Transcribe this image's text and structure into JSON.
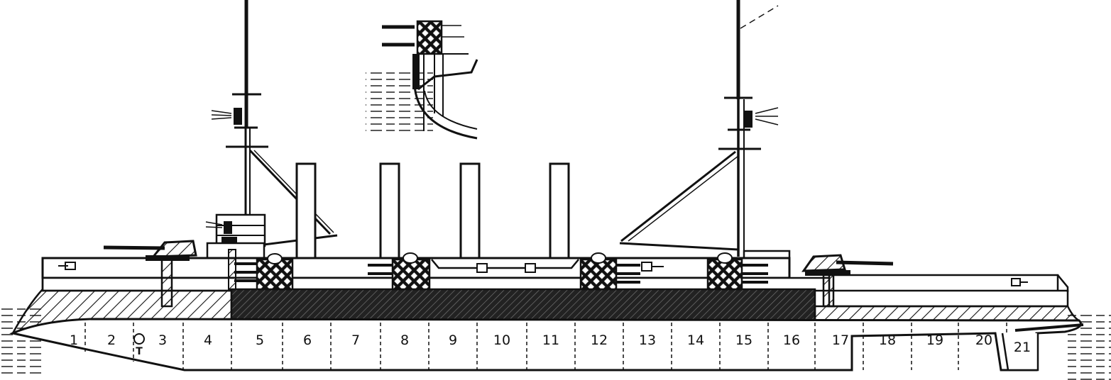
{
  "compartments": [
    "1",
    "2",
    "3",
    "4",
    "5",
    "6",
    "7",
    "8",
    "9",
    "10",
    "11",
    "12",
    "13",
    "14",
    "15",
    "16",
    "17",
    "18",
    "19",
    "20",
    "21"
  ],
  "torpedo_label": "T",
  "colors": {
    "ink": "#111111",
    "paper": "#ffffff"
  }
}
